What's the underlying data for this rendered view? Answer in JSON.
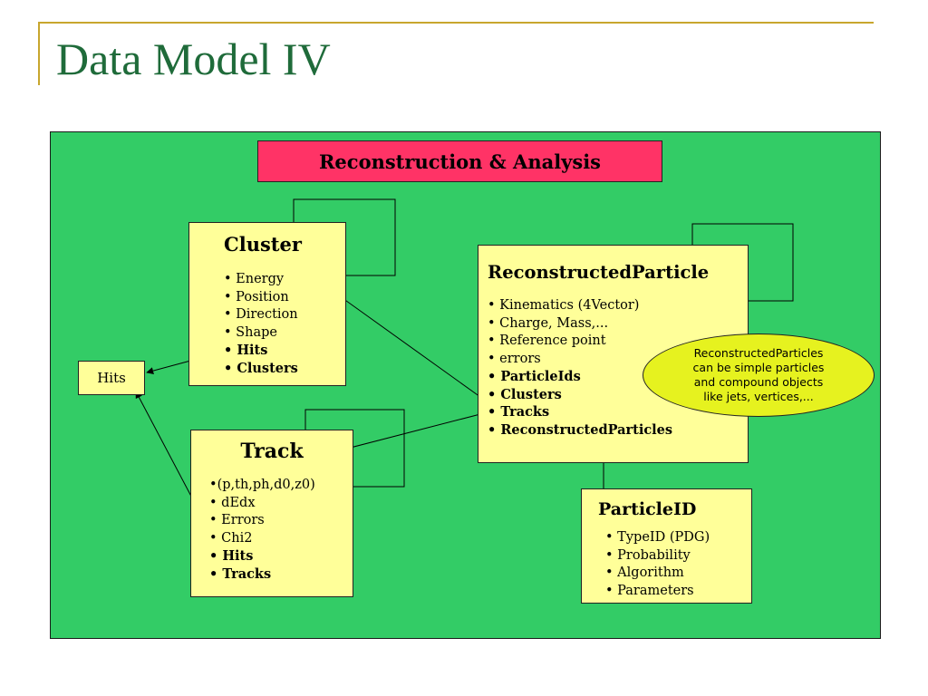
{
  "slide": {
    "title": "Data Model IV"
  },
  "diagram": {
    "banner": "Reconstruction & Analysis",
    "hits_label": "Hits",
    "cluster": {
      "title": "Cluster",
      "items": [
        "Energy",
        "Position",
        "Direction",
        "Shape",
        "Hits",
        "Clusters"
      ]
    },
    "track": {
      "title": "Track",
      "items": [
        "(p,th,ph,d0,z0)",
        "dEdx",
        "Errors",
        "Chi2",
        "Hits",
        "Tracks"
      ]
    },
    "reconstructed_particle": {
      "title": "ReconstructedParticle",
      "items": [
        "Kinematics (4Vector)",
        "Charge, Mass,...",
        "Reference point",
        "errors",
        "ParticleIds",
        "Clusters",
        "Tracks",
        "ReconstructedParticles"
      ]
    },
    "particle_id": {
      "title": "ParticleID",
      "items": [
        "TypeID (PDG)",
        "Probability",
        "Algorithm",
        "Parameters"
      ]
    },
    "note": {
      "line1": "ReconstructedParticles",
      "line2": "can be simple particles",
      "line3": "and compound objects",
      "line4": "like jets, vertices,..."
    }
  }
}
